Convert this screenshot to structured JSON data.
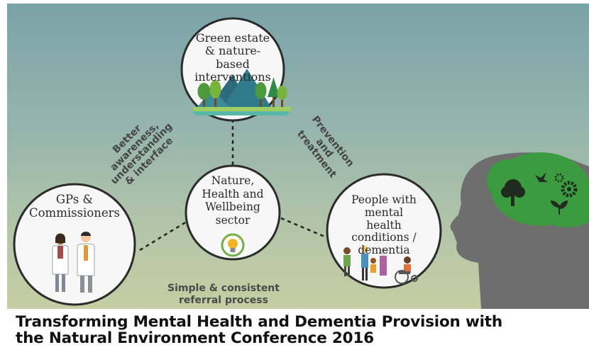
{
  "nodes": {
    "top": "Green estate & nature-based interventions",
    "center": "Nature, Health and Wellbeing sector",
    "left": "GPs & Commissioners",
    "right": "People with mental health conditions / dementia"
  },
  "edges": {
    "left_top": "Better awareness, understanding & interface",
    "top_right": "Prevention and treatment",
    "bottom": "Simple & consistent referral process"
  },
  "footer": {
    "line1": "Transforming Mental Health and Dementia Provision with",
    "line2": "the Natural Environment Conference 2016"
  },
  "icons": [
    "forest-landscape-icon",
    "lightbulb-icon",
    "doctors-icon",
    "people-group-icon",
    "head-silhouette-icon",
    "tree-icon",
    "bird-icon",
    "gears-icon",
    "sprout-icon"
  ],
  "colors": {
    "background_top": "#7aa3a7",
    "background_bottom": "#c6cea2",
    "circle_fill": "#f7f7f7",
    "circle_stroke": "#2b2b2b",
    "head": "#6e6e6e",
    "brain": "#3c9a3f"
  }
}
